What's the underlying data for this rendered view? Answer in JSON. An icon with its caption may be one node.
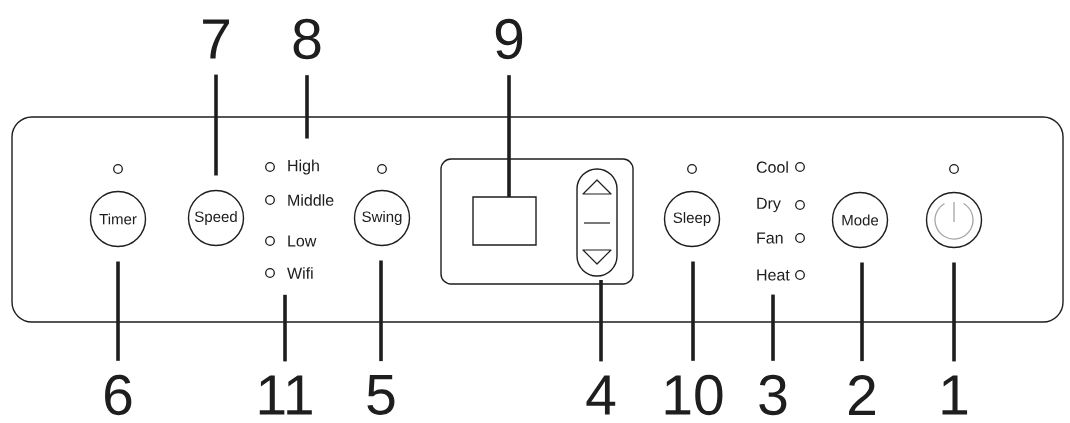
{
  "diagram": {
    "nodes": [
      {
        "text": [
          "7"
        ]
      },
      {
        "text": [
          "8"
        ]
      },
      {
        "text": [
          "9"
        ]
      },
      {
        "text": [],
        "shape": "box"
      },
      {
        "text": [
          "Timer"
        ],
        "in": 3
      },
      {
        "text": [
          "Speed"
        ],
        "in": 3
      },
      {
        "text": [
          "High"
        ],
        "in": 3
      },
      {
        "text": [
          "Middle"
        ],
        "in": 3
      },
      {
        "text": [
          "Low"
        ],
        "in": 3
      },
      {
        "text": [
          "Wifi"
        ],
        "in": 3
      },
      {
        "text": [
          "Swing"
        ],
        "in": 3
      },
      {
        "text": [],
        "shape": "box",
        "in": 3
      },
      {
        "text": [],
        "shape": "box",
        "in": 11
      },
      {
        "text": [],
        "shape": "box",
        "in": 11
      },
      {
        "text": [
          "Sleep"
        ],
        "in": 3
      },
      {
        "text": [
          "Cool"
        ],
        "in": 3
      },
      {
        "text": [
          "Dry"
        ],
        "in": 3
      },
      {
        "text": [
          "Fan"
        ],
        "in": 3
      },
      {
        "text": [
          "Heat"
        ],
        "in": 3
      },
      {
        "text": [
          "Mode"
        ],
        "in": 3
      },
      {
        "text": [],
        "shape": "circle",
        "in": 3
      },
      {
        "text": [
          "6"
        ]
      },
      {
        "text": [
          "11"
        ]
      },
      {
        "text": [
          "5"
        ]
      },
      {
        "text": [
          "4"
        ]
      },
      {
        "text": [
          "10"
        ]
      },
      {
        "text": [
          "3"
        ]
      },
      {
        "text": [
          "2"
        ]
      },
      {
        "text": [
          "1"
        ]
      }
    ],
    "edges": [
      {
        "from": 0,
        "to": 5,
        "arrow": "none"
      },
      {
        "from": 1,
        "to": 6,
        "arrow": "none"
      },
      {
        "from": 2,
        "to": 12,
        "arrow": "none"
      },
      {
        "from": 21,
        "to": 4,
        "arrow": "none"
      },
      {
        "from": 22,
        "to": 9,
        "arrow": "none"
      },
      {
        "from": 23,
        "to": 10,
        "arrow": "none"
      },
      {
        "from": 24,
        "to": 13,
        "arrow": "none"
      },
      {
        "from": 25,
        "to": 14,
        "arrow": "none"
      },
      {
        "from": 26,
        "to": 18,
        "arrow": "none"
      },
      {
        "from": 27,
        "to": 19,
        "arrow": "none"
      },
      {
        "from": 28,
        "to": 20,
        "arrow": "none"
      }
    ]
  }
}
